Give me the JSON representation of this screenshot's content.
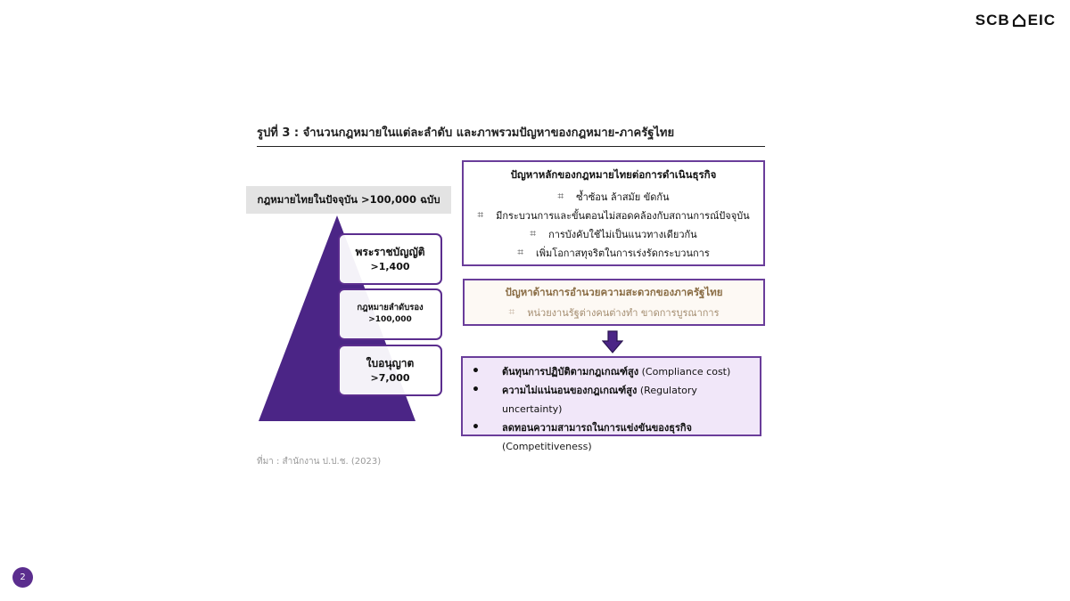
{
  "logo": {
    "left": "SCB",
    "right": "EIC"
  },
  "figure_title": "รูปที่ 3 : จำนวนกฎหมายในแต่ละลำดับ และภาพรวมปัญหาของกฎหมาย-ภาครัฐไทย",
  "pyramid": {
    "header": "กฎหมายไทยในปัจจุบัน >100,000 ฉบับ",
    "color": "#4b2586",
    "levels": [
      {
        "label": "พระราชบัญญัติ",
        "value": ">1,400"
      },
      {
        "label": "กฎหมายลำดับรอง",
        "value": ">100,000"
      },
      {
        "label": "ใบอนุญาต",
        "value": ">7,000"
      }
    ]
  },
  "box_main_problems": {
    "title": "ปัญหาหลักของกฎหมายไทยต่อการดำเนินธุรกิจ",
    "items": [
      "ซ้ำซ้อน ล้าสมัย ขัดกัน",
      "มีกระบวนการและขั้นตอนไม่สอดคล้องกับสถานการณ์ปัจจุบัน",
      "การบังคับใช้ไม่เป็นแนวทางเดียวกัน",
      "เพิ่มโอกาสทุจริตในการเร่งรัดกระบวนการ"
    ]
  },
  "box_gov_problems": {
    "title": "ปัญหาด้านการอำนวยความสะดวกของภาครัฐไทย",
    "items": [
      "หน่วยงานรัฐต่างคนต่างทำ ขาดการบูรณาการ"
    ]
  },
  "box_impacts": {
    "items": [
      {
        "th": "ต้นทุนการปฏิบัติตามกฎเกณฑ์สูง",
        "en": "(Compliance cost)"
      },
      {
        "th": "ความไม่แน่นอนของกฎเกณฑ์สูง",
        "en": "(Regulatory uncertainty)"
      },
      {
        "th": "ลดทอนความสามารถในการแข่งขันของธุรกิจ",
        "en": "(Competitiveness)"
      }
    ]
  },
  "source": "ที่มา : สำนักงาน ป.ป.ช. (2023)",
  "page_number": "2"
}
